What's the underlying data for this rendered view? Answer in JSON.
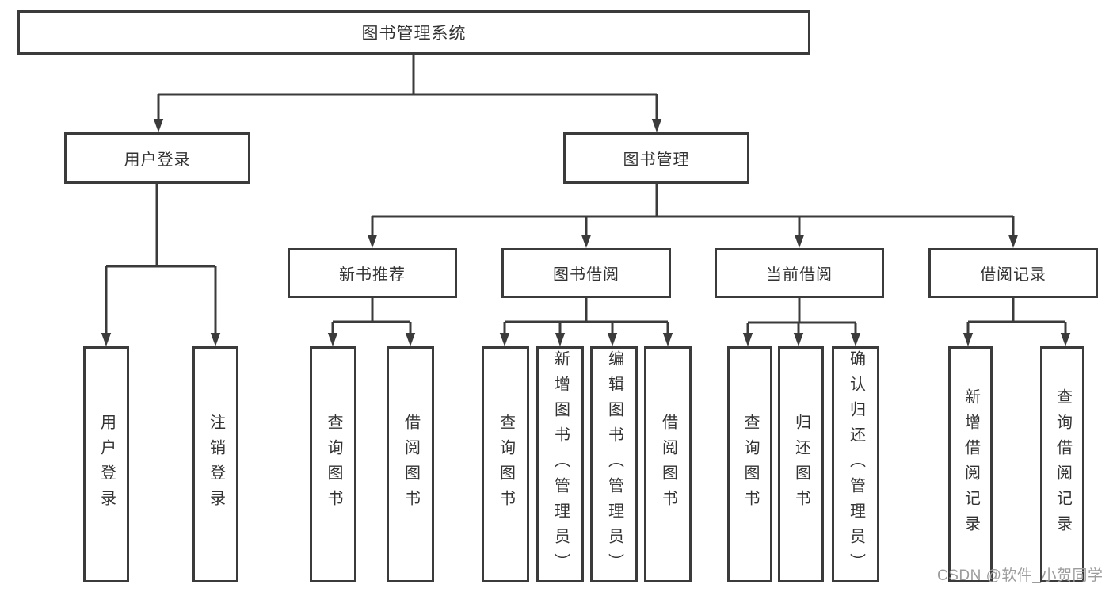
{
  "colors": {
    "line": "#3b3b3b",
    "text": "#333333",
    "background": "#ffffff",
    "watermark": "#9c9c9c"
  },
  "tree": {
    "root": {
      "label": "图书管理系统"
    },
    "branches": [
      {
        "label": "用户登录",
        "children": [
          {
            "label": "用户登录"
          },
          {
            "label": "注销登录"
          }
        ]
      },
      {
        "label": "图书管理",
        "children": [
          {
            "label": "新书推荐",
            "children": [
              {
                "label": "查询图书"
              },
              {
                "label": "借阅图书"
              }
            ]
          },
          {
            "label": "图书借阅",
            "children": [
              {
                "label": "查询图书"
              },
              {
                "label": "新增图书（管理员）"
              },
              {
                "label": "编辑图书（管理员）"
              },
              {
                "label": "借阅图书"
              }
            ]
          },
          {
            "label": "当前借阅",
            "children": [
              {
                "label": "查询图书"
              },
              {
                "label": "归还图书"
              },
              {
                "label": "确认归还（管理员）"
              }
            ]
          },
          {
            "label": "借阅记录",
            "children": [
              {
                "label": "新增借阅记录"
              },
              {
                "label": "查询借阅记录"
              }
            ]
          }
        ]
      }
    ]
  },
  "watermark": {
    "text": "CSDN @软件_小贺同学"
  }
}
